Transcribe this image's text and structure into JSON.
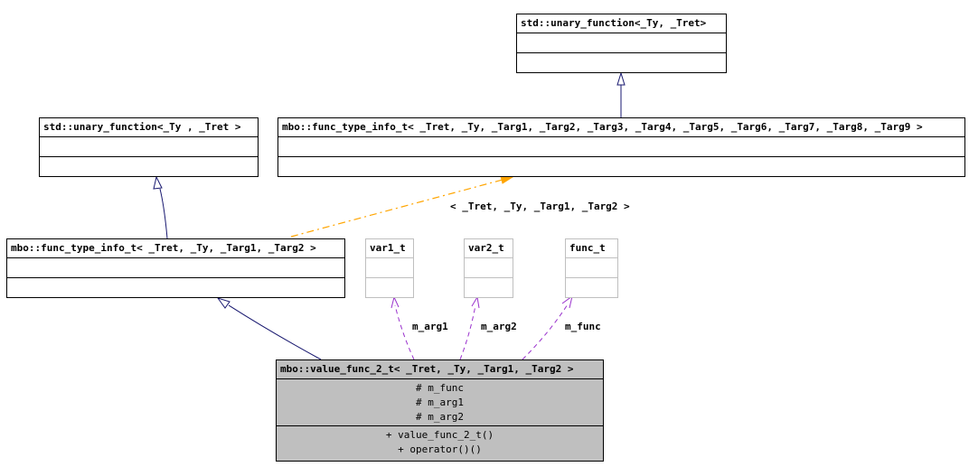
{
  "classes": {
    "std_unary_top": {
      "title": "std::unary_function<_Ty, _Tret>"
    },
    "std_unary_left": {
      "title": "std::unary_function<_Ty , _Tret >"
    },
    "func_type_info_9": {
      "title": "mbo::func_type_info_t< _Tret, _Ty, _Targ1, _Targ2, _Targ3, _Targ4, _Targ5, _Targ6, _Targ7, _Targ8, _Targ9 >"
    },
    "func_type_info_2": {
      "title": "mbo::func_type_info_t< _Tret, _Ty, _Targ1, _Targ2 >"
    },
    "var1_t": {
      "title": "var1_t"
    },
    "var2_t": {
      "title": "var2_t"
    },
    "func_t": {
      "title": "func_t"
    },
    "value_func_2_t": {
      "title": "mbo::value_func_2_t< _Tret, _Ty, _Targ1, _Targ2 >",
      "attributes": [
        "# m_func",
        "# m_arg1",
        "# m_arg2"
      ],
      "methods": [
        "+ value_func_2_t()",
        "+ operator()()"
      ]
    }
  },
  "edge_labels": {
    "template_args": "< _Tret, _Ty, _Targ1, _Targ2 >",
    "m_arg1": "m_arg1",
    "m_arg2": "m_arg2",
    "m_func": "m_func"
  },
  "colors": {
    "inheritance": "#191970",
    "template_instance": "#ffa500",
    "usage": "#9a32cd",
    "focus_fill": "#bfbfbf"
  }
}
